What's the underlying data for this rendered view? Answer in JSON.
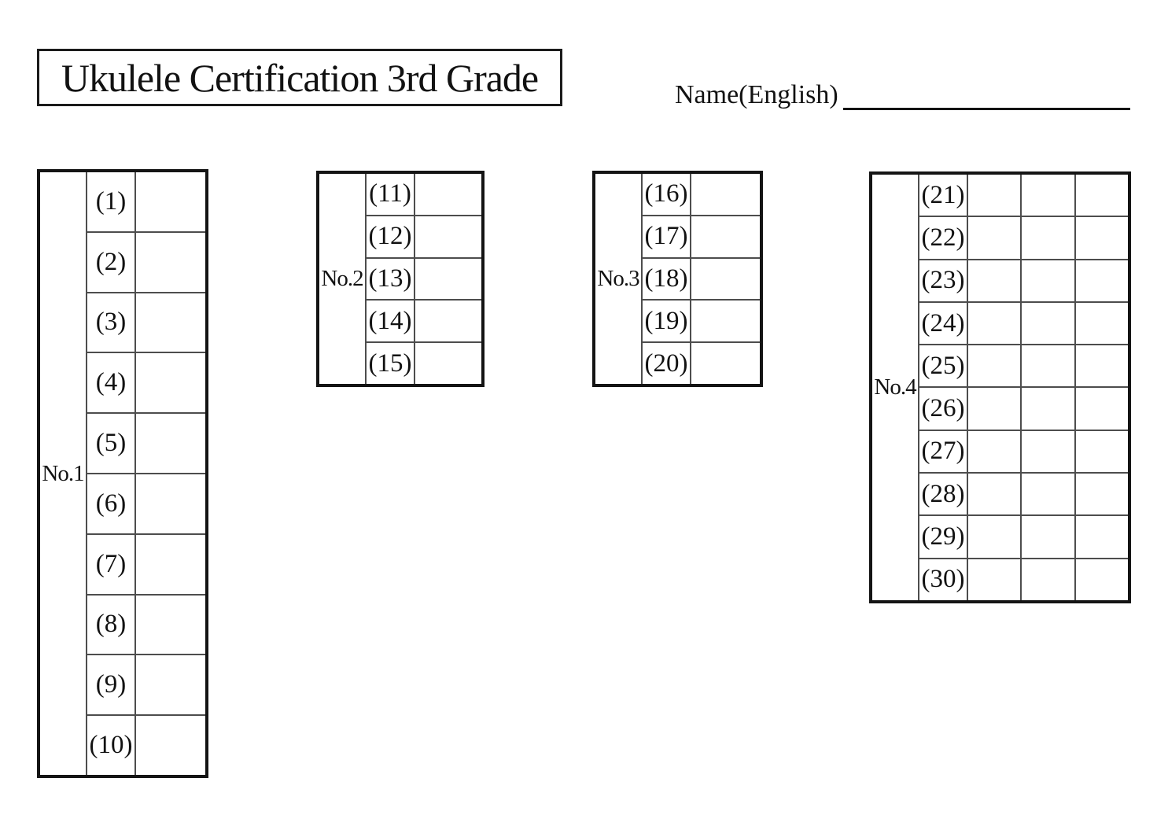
{
  "title": "Ukulele Certification 3rd Grade",
  "name_field": {
    "label": "Name(English)",
    "value": ""
  },
  "colors": {
    "ink": "#141414",
    "paper": "#ffffff"
  },
  "tables": [
    {
      "label": "No.1",
      "answer_columns": 1,
      "questions": [
        "(1)",
        "(2)",
        "(3)",
        "(4)",
        "(5)",
        "(6)",
        "(7)",
        "(8)",
        "(9)",
        "(10)"
      ]
    },
    {
      "label": "No.2",
      "answer_columns": 1,
      "questions": [
        "(11)",
        "(12)",
        "(13)",
        "(14)",
        "(15)"
      ]
    },
    {
      "label": "No.3",
      "answer_columns": 1,
      "questions": [
        "(16)",
        "(17)",
        "(18)",
        "(19)",
        "(20)"
      ]
    },
    {
      "label": "No.4",
      "answer_columns": 3,
      "questions": [
        "(21)",
        "(22)",
        "(23)",
        "(24)",
        "(25)",
        "(26)",
        "(27)",
        "(28)",
        "(29)",
        "(30)"
      ]
    }
  ]
}
